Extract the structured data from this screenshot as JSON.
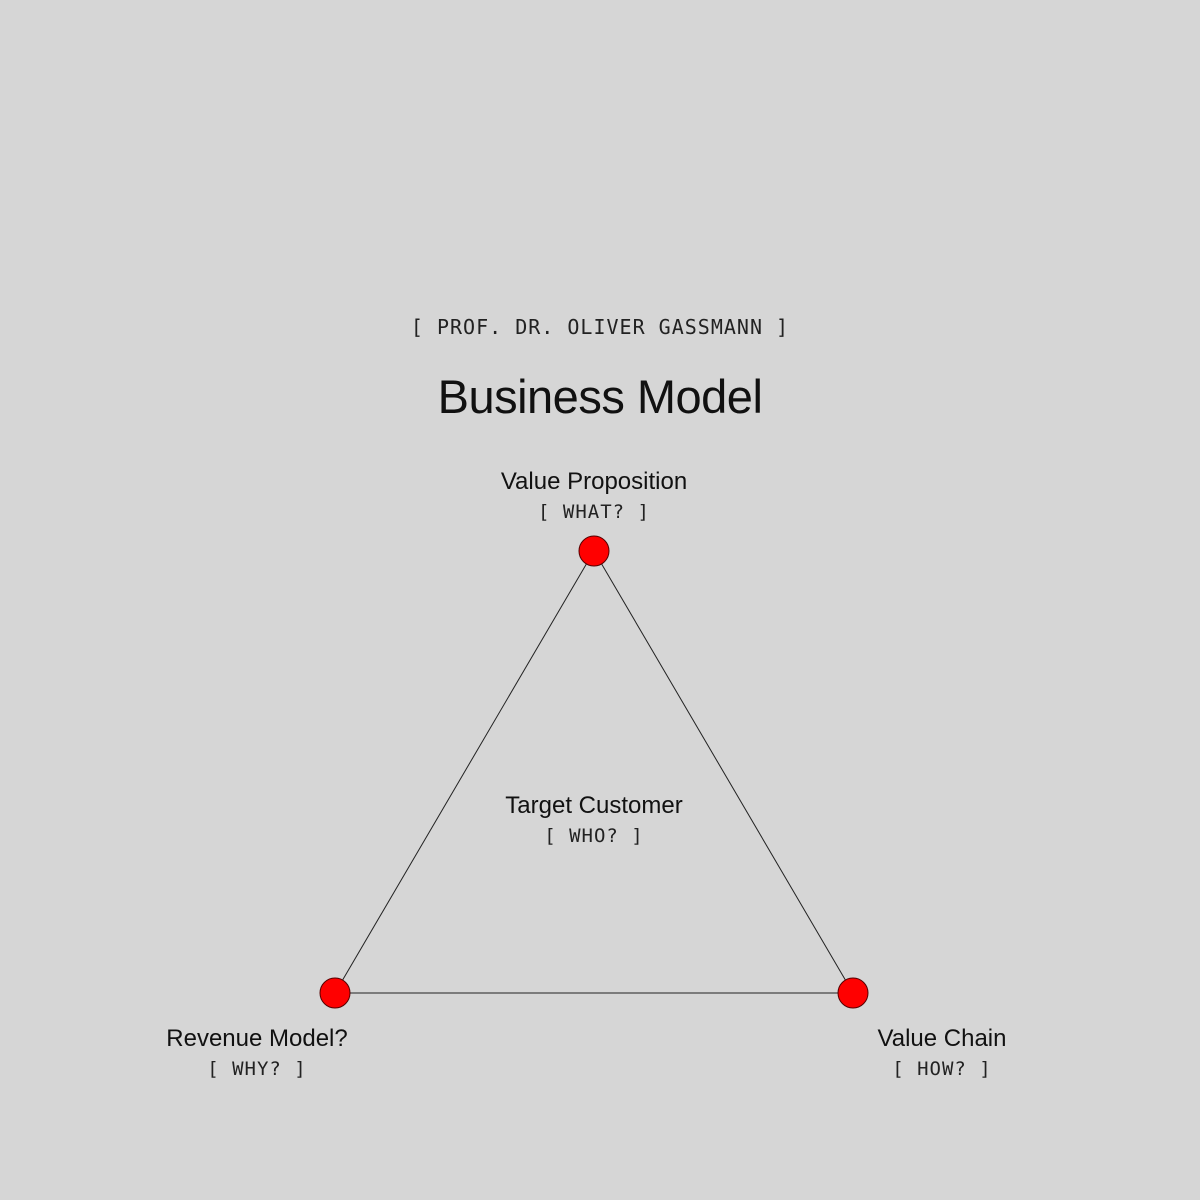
{
  "author": "[ PROF. DR. OLIVER GASSMANN ]",
  "title": "Business Model",
  "nodes": {
    "value_proposition": {
      "name": "Value Proposition",
      "question": "[ WHAT? ]"
    },
    "target_customer": {
      "name": "Target Customer",
      "question": "[ WHO? ]"
    },
    "revenue_model": {
      "name": "Revenue Model?",
      "question": "[ WHY? ]"
    },
    "value_chain": {
      "name": "Value Chain",
      "question": "[ HOW? ]"
    }
  },
  "colors": {
    "background": "#d6d6d6",
    "node_fill": "#ff0000",
    "edge": "#222222"
  }
}
